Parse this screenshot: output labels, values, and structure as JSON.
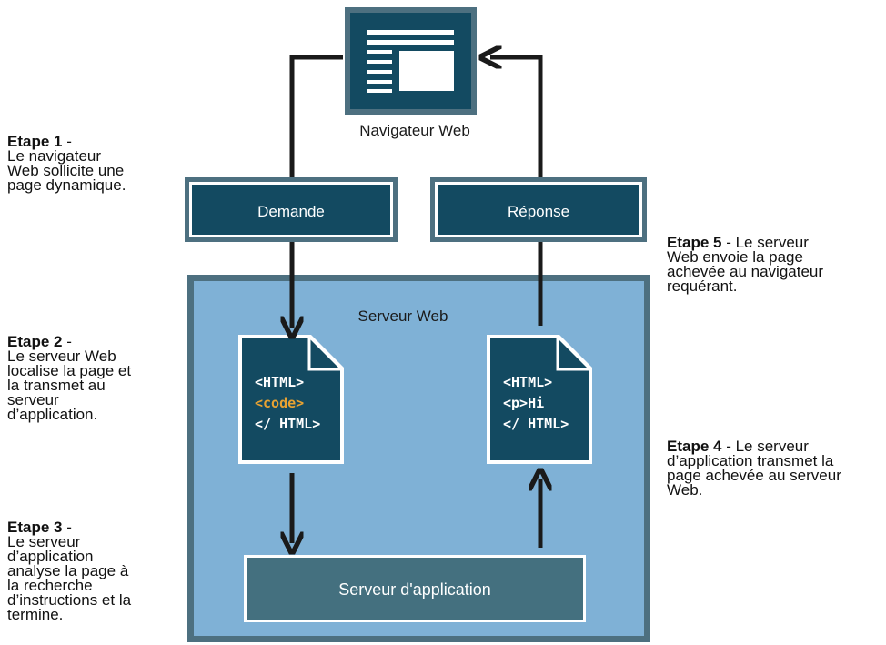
{
  "colors": {
    "dark_box": "#134a61",
    "border": "#4d7080",
    "server_fill": "#7fb1d6",
    "app_server_fill": "#44707f",
    "code_highlight": "#e7a232",
    "arrow": "#1a1a1a"
  },
  "browser": {
    "label": "Navigateur Web"
  },
  "request": {
    "label": "Demande"
  },
  "response": {
    "label": "Réponse"
  },
  "web_server": {
    "label": "Serveur Web"
  },
  "app_server": {
    "label": "Serveur d'application"
  },
  "doc_left": {
    "line1": "<HTML>",
    "line2": "<code>",
    "line3": "</ HTML>"
  },
  "doc_right": {
    "line1": "<HTML>",
    "line2": "<p>Hi",
    "line3": "</ HTML>"
  },
  "steps": {
    "s1": {
      "title": "Etape 1",
      "sep": " -",
      "lines": [
        "Le navigateur",
        "Web sollicite une",
        "page dynamique."
      ]
    },
    "s2": {
      "title": "Etape 2",
      "sep": " -",
      "lines": [
        "Le serveur Web",
        "localise la page et",
        "la transmet au",
        "serveur",
        "d’application."
      ]
    },
    "s3": {
      "title": "Etape 3",
      "sep": " -",
      "lines": [
        "Le serveur",
        "d’application",
        "analyse la page à",
        "la recherche",
        "d’instructions et la",
        "termine."
      ]
    },
    "s4": {
      "title": "Etape 4",
      "sep": " - Le serveur",
      "lines": [
        "d’application transmet la",
        "page achevée au serveur",
        "Web."
      ]
    },
    "s5": {
      "title": "Etape 5",
      "sep": " - Le serveur",
      "lines": [
        "Web envoie la page",
        "achevée au navigateur",
        "requérant."
      ]
    }
  }
}
